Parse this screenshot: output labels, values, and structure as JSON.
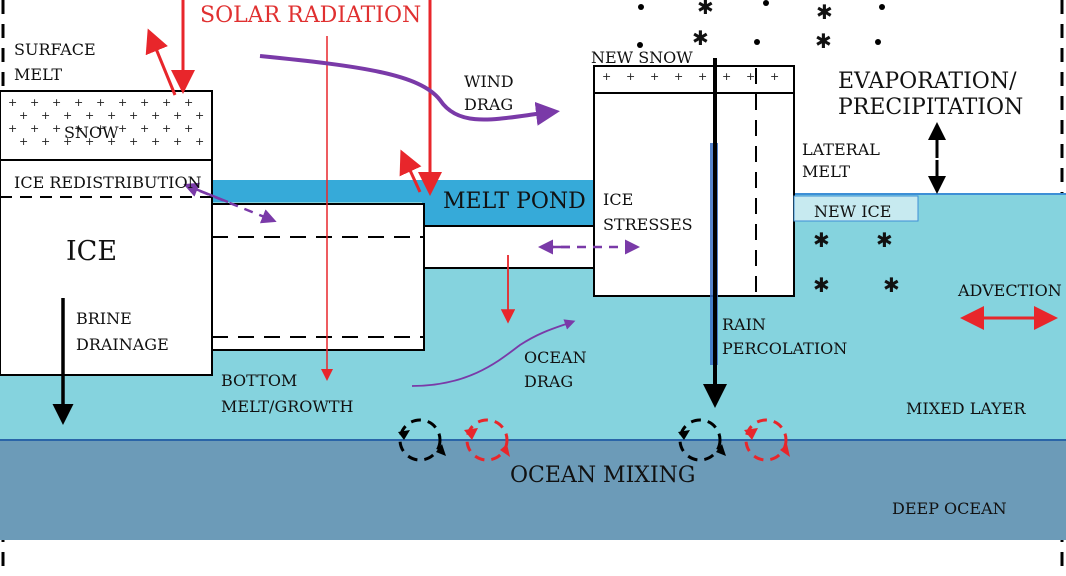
{
  "colors": {
    "mixed_layer": "#85d3de",
    "deep_ocean": "#6c9bb8",
    "melt_pond": "#36aad9",
    "new_ice": "#c7eaf0",
    "solar_red": "#e8262b",
    "wind_purple": "#7a3aa8",
    "rain_blue": "#3a6fc4"
  },
  "labels": {
    "solar_radiation": "SOLAR RADIATION",
    "surface_melt_1": "SURFACE",
    "surface_melt_2": "MELT",
    "snow": "SNOW",
    "ice_redistribution": "ICE REDISTRIBUTION",
    "ice": "ICE",
    "brine_drainage_1": "BRINE",
    "brine_drainage_2": "DRAINAGE",
    "bottom_melt_1": "BOTTOM",
    "bottom_melt_2": "MELT/GROWTH",
    "wind_drag_1": "WIND",
    "wind_drag_2": "DRAG",
    "melt_pond": "MELT POND",
    "ice_stresses_1": "ICE",
    "ice_stresses_2": "STRESSES",
    "ocean_drag_1": "OCEAN",
    "ocean_drag_2": "DRAG",
    "new_snow": "NEW SNOW",
    "evap_1": "EVAPORATION/",
    "evap_2": "PRECIPITATION",
    "lateral_melt_1": "LATERAL",
    "lateral_melt_2": "MELT",
    "new_ice": "NEW ICE",
    "advection": "ADVECTION",
    "rain_1": "RAIN",
    "rain_2": "PERCOLATION",
    "mixed_layer": "MIXED LAYER",
    "ocean_mixing": "OCEAN MIXING",
    "deep_ocean": "DEEP OCEAN"
  },
  "symbols": {
    "snowflake": "✱",
    "plus": "+"
  }
}
